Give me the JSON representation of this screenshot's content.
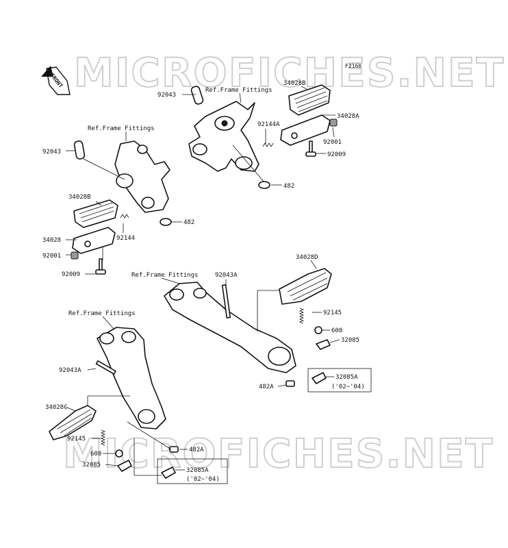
{
  "watermark": "MICROFICHES.NET",
  "figure_code": "F2160",
  "front_tag": "FRONT",
  "labels": {
    "ref_frame": "Ref.Frame Fittings",
    "p92043": "92043",
    "p92043a": "92043A",
    "p34028b": "34028B",
    "p34028a": "34028A",
    "p34028": "34028",
    "p34028c": "34028C",
    "p34028d": "34028D",
    "p92144a": "92144A",
    "p92144": "92144",
    "p92001": "92001",
    "p92009": "92009",
    "p482": "482",
    "p482a": "482A",
    "p92145": "92145",
    "p600": "600",
    "p32085": "32085",
    "p32085a": "32085A",
    "years": "('02~'04)"
  }
}
